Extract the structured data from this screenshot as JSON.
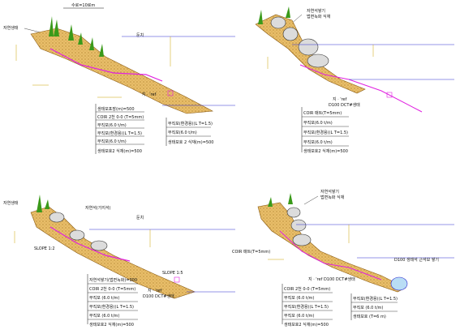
{
  "panels": [
    {
      "id": "tl",
      "top_labels": {
        "left": "자연생태",
        "width": "수로=10로m",
        "veg": "둔치"
      },
      "water_label": "지ㆍ'ref",
      "rows": [
        "생태모포장(m)=500",
        "COIR 2천 0-0 (T=5mm)",
        "부직포(6.0 t/m)",
        "부직포(환경용)(L T=1.5)",
        "부직포(6.0 t/m)",
        "생태보호2 식재(m)=500"
      ],
      "right_rows": [
        "부직포(환경용)(L T=1.5)",
        "부직포(6.0 t/m)",
        "생태보호 2 식재(m)=500"
      ]
    },
    {
      "id": "tr",
      "top_labels": {
        "stone": "자연석쌓기",
        "sub": "법면녹화 식재"
      },
      "water_label": "지ㆍ'ref",
      "sub_label": "D100 DCT#생태",
      "rows": [
        "COIR 매트(T=5mm)",
        "부직포(6.0 t/m)",
        "부직포(환경용)(L T=1.5)",
        "부직포(6.0 t/m)",
        "생태보호2 식재(m)=500"
      ]
    },
    {
      "id": "bl",
      "top_labels": {
        "left": "자연생태",
        "stone": "자연석(가지석)",
        "veg": "둔치"
      },
      "slope_label_left": "SLOPE 1:2",
      "slope_label_right": "SLOPE 1:5",
      "water_label": "지ㆍ'ref",
      "sub_label": "D100 DCT#생태",
      "rows": [
        "자연석쌓기(법면녹화)=300",
        "COIR 2천 0-0 (T=5mm)",
        "부직포 (6.0 t/m)",
        "부직포(환경용)(L T=1.5)",
        "부직포 (6.0 t/m)",
        "생태보호2 식재(m)=500"
      ]
    },
    {
      "id": "br",
      "top_labels": {
        "stone": "자연석쌓기",
        "sub": "법면녹화 식재",
        "left": "COIR 매트(T=5mm)"
      },
      "sub_label": "지ㆍ'ref D100 DCT#생태",
      "circle_label": "D100 생태석 근석보 쌓기",
      "rows": [
        "COIR 2천 0-0 (T=5mm)",
        "부직포 (6.0 t/m)",
        "부직포(환경용)(L T=1.5)",
        "부직포 (6.0 t/m)",
        "생태보호2 식재(m)=500"
      ],
      "right_rows": [
        "부직포(환경용)(L T=1.5)",
        "부직포 (6.0 t/m)",
        "생태보호 (T=6 m)"
      ]
    }
  ],
  "colors": {
    "fill": "#e3b760",
    "hatch": "#b07a28",
    "pink": "#e020e0",
    "water": "#2a2ad0",
    "vegetation": "#3a9a1a",
    "dim": "#c9a100"
  }
}
